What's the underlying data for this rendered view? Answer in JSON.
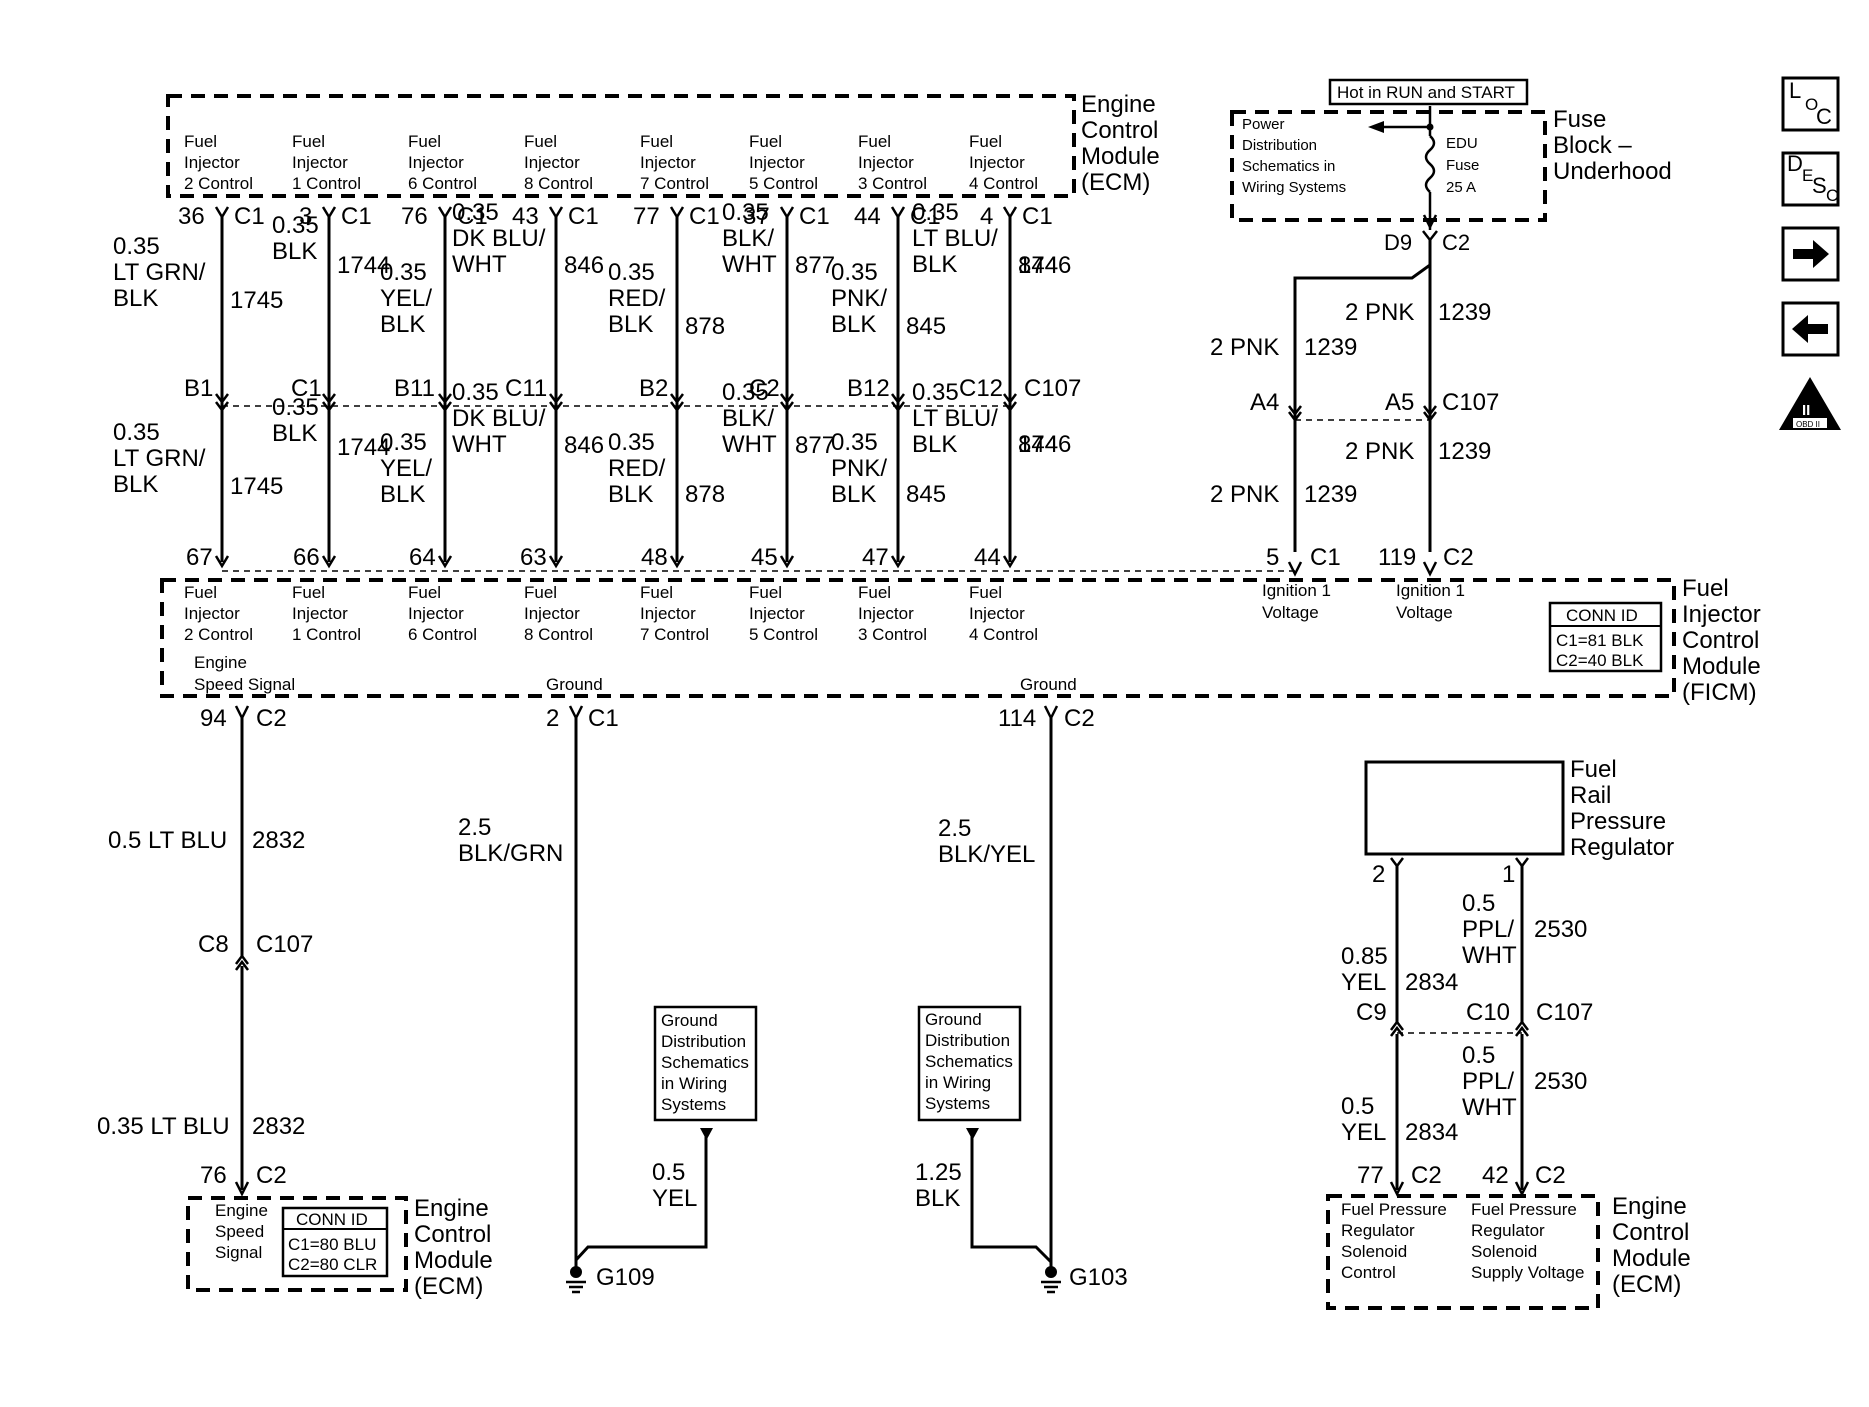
{
  "ecm_top": {
    "title": [
      "Engine",
      "Control",
      "Module",
      "(ECM)"
    ],
    "circuits": [
      {
        "label": [
          "Fuel",
          "Injector",
          "2 Control"
        ],
        "pin": "36",
        "conn": "C1",
        "w1": [
          "0.35",
          "LT GRN/",
          "BLK"
        ],
        "circuit": "1745",
        "c107": "B1",
        "w2": [
          "0.35",
          "LT GRN/",
          "BLK"
        ],
        "ficm_pin": "67"
      },
      {
        "label": [
          "Fuel",
          "Injector",
          "1 Control"
        ],
        "pin": "3",
        "conn": "C1",
        "w1": [
          "0.35",
          "BLK"
        ],
        "circuit": "1744",
        "c107": "C1",
        "w2": [
          "0.35",
          "BLK"
        ],
        "ficm_pin": "66"
      },
      {
        "label": [
          "Fuel",
          "Injector",
          "6 Control"
        ],
        "pin": "76",
        "conn": "C1",
        "w1": [
          "0.35",
          "YEL/",
          "BLK"
        ],
        "circuit": "",
        "c107": "B11",
        "w2": [
          "0.35",
          "YEL/",
          "BLK"
        ],
        "ficm_pin": "64"
      },
      {
        "label": [
          "Fuel",
          "Injector",
          "8 Control"
        ],
        "pin": "43",
        "conn": "C1",
        "w1": [
          "0.35",
          "DK BLU/",
          "WHT"
        ],
        "circuit": "846",
        "c107": "C11",
        "w2": [
          "0.35",
          "DK BLU/",
          "WHT"
        ],
        "ficm_pin": "63"
      },
      {
        "label": [
          "Fuel",
          "Injector",
          "7 Control"
        ],
        "pin": "77",
        "conn": "C1",
        "w1": [
          "0.35",
          "RED/",
          "BLK"
        ],
        "circuit": "878",
        "c107": "B2",
        "w2": [
          "0.35",
          "RED/",
          "BLK"
        ],
        "ficm_pin": "48"
      },
      {
        "label": [
          "Fuel",
          "Injector",
          "5 Control"
        ],
        "pin": "37",
        "conn": "C1",
        "w1": [
          "0.35",
          "BLK/",
          "WHT"
        ],
        "circuit": "877",
        "c107": "C2",
        "w2": [
          "0.35",
          "BLK/",
          "WHT"
        ],
        "ficm_pin": "45"
      },
      {
        "label": [
          "Fuel",
          "Injector",
          "3 Control"
        ],
        "pin": "44",
        "conn": "C1",
        "w1": [
          "0.35",
          "PNK/",
          "BLK"
        ],
        "circuit": "845",
        "c107": "B12",
        "w2": [
          "0.35",
          "PNK/",
          "BLK"
        ],
        "ficm_pin": "47"
      },
      {
        "label": [
          "Fuel",
          "Injector",
          "4 Control"
        ],
        "pin": "4",
        "conn": "C1",
        "w1": [
          "0.35",
          "LT BLU/",
          "BLK"
        ],
        "circuit": "1746",
        "c107": "C12",
        "w2": [
          "0.35",
          "LT BLU/",
          "BLK"
        ],
        "ficm_pin": "44"
      }
    ],
    "extra_circuit": "844",
    "c107_label": "C107"
  },
  "fuse_block": {
    "hot_label": "Hot in RUN and START",
    "power_text": [
      "Power",
      "Distribution",
      "Schematics in",
      "Wiring Systems"
    ],
    "fuse_text": [
      "EDU",
      "Fuse",
      "25 A"
    ],
    "title": [
      "Fuse",
      "Block –",
      "Underhood"
    ],
    "out_pin": "D9",
    "out_conn": "C2"
  },
  "ignition": {
    "wire_a": {
      "color": "2 PNK",
      "circuit": "1239"
    },
    "wire_b": {
      "color": "2 PNK",
      "circuit": "1239"
    },
    "pin_a4": "A4",
    "pin_a5": "A5",
    "c107": "C107",
    "ficm_pin_a": "5",
    "ficm_conn_a": "C1",
    "ficm_pin_b": "119",
    "ficm_conn_b": "C2",
    "label": [
      "Ignition 1",
      "Voltage"
    ]
  },
  "ficm": {
    "title": [
      "Fuel",
      "Injector",
      "Control",
      "Module",
      "(FICM)"
    ],
    "labels": [
      [
        "Fuel",
        "Injector",
        "2 Control"
      ],
      [
        "Fuel",
        "Injector",
        "1 Control"
      ],
      [
        "Fuel",
        "Injector",
        "6 Control"
      ],
      [
        "Fuel",
        "Injector",
        "8 Control"
      ],
      [
        "Fuel",
        "Injector",
        "7 Control"
      ],
      [
        "Fuel",
        "Injector",
        "5 Control"
      ],
      [
        "Fuel",
        "Injector",
        "3 Control"
      ],
      [
        "Fuel",
        "Injector",
        "4 Control"
      ]
    ],
    "speed_label": [
      "Engine",
      "Speed Signal"
    ],
    "ground_label": "Ground",
    "conn_id": {
      "title": "CONN ID",
      "lines": [
        "C1=81 BLK",
        "C2=40 BLK"
      ]
    }
  },
  "speed_signal": {
    "top_pin": "94",
    "top_conn": "C2",
    "wire1": {
      "color": "0.5 LT BLU",
      "circuit": "2832"
    },
    "c8": "C8",
    "c107": "C107",
    "wire2": {
      "color": "0.35 LT BLU",
      "circuit": "2832"
    },
    "bottom_pin": "76",
    "bottom_conn": "C2"
  },
  "ecm_bottom_left": {
    "label": [
      "Engine",
      "Speed",
      "Signal"
    ],
    "conn_id": {
      "title": "CONN ID",
      "lines": [
        "C1=80 BLU",
        "C2=80 CLR"
      ]
    },
    "title": [
      "Engine",
      "Control",
      "Module",
      "(ECM)"
    ]
  },
  "ground1": {
    "pin": "2",
    "conn": "C1",
    "wire": [
      "2.5",
      "BLK/GRN"
    ],
    "ref_box": [
      "Ground",
      "Distribution",
      "Schematics",
      "in Wiring",
      "Systems"
    ],
    "ref_wire": [
      "0.5",
      "YEL"
    ],
    "ground": "G109"
  },
  "ground2": {
    "pin": "114",
    "conn": "C2",
    "wire": [
      "2.5",
      "BLK/YEL"
    ],
    "ref_box": [
      "Ground",
      "Distribution",
      "Schematics",
      "in Wiring",
      "Systems"
    ],
    "ref_wire": [
      "1.25",
      "BLK"
    ],
    "ground": "G103"
  },
  "regulator": {
    "title": [
      "Fuel",
      "Rail",
      "Pressure",
      "Regulator"
    ],
    "pin_left": "2",
    "pin_right": "1",
    "wire_left_top": [
      "0.85",
      "YEL"
    ],
    "circuit_left": "2834",
    "wire_right_top": [
      "0.5",
      "PPL/",
      "WHT"
    ],
    "circuit_right": "2530",
    "c9": "C9",
    "c10": "C10",
    "c107": "C107",
    "wire_left_bot": [
      "0.5",
      "YEL"
    ],
    "wire_right_bot": [
      "0.5",
      "PPL/",
      "WHT"
    ],
    "ecm_pin_left": "77",
    "ecm_conn_left": "C2",
    "ecm_pin_right": "42",
    "ecm_conn_right": "C2"
  },
  "ecm_bottom_right": {
    "left_label": [
      "Fuel Pressure",
      "Regulator",
      "Solenoid",
      "Control"
    ],
    "right_label": [
      "Fuel Pressure",
      "Regulator",
      "Solenoid",
      "Supply Voltage"
    ],
    "title": [
      "Engine",
      "Control",
      "Module",
      "(ECM)"
    ]
  },
  "nav": {
    "loc": [
      "L",
      "O",
      "C"
    ],
    "desc": [
      "D",
      "E",
      "S",
      "C"
    ],
    "obd": [
      "II",
      "OBD II"
    ]
  }
}
